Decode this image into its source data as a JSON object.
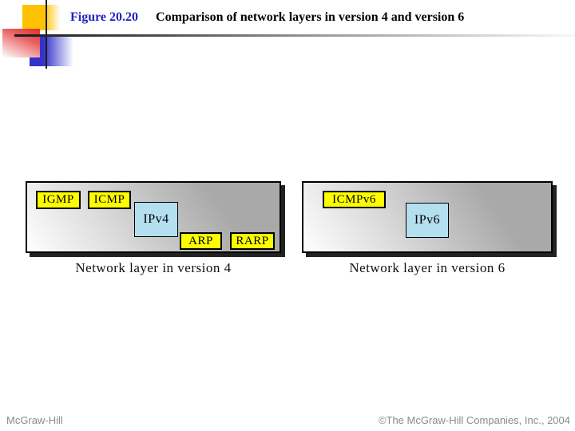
{
  "header": {
    "figure_label": "Figure 20.20",
    "title": "Comparison of network layers in version 4 and version 6"
  },
  "panels": {
    "v4": {
      "caption": "Network layer in version 4",
      "protocols": {
        "igmp": "IGMP",
        "icmp": "ICMP",
        "ip": "IPv4",
        "arp": "ARP",
        "rarp": "RARP"
      }
    },
    "v6": {
      "caption": "Network layer in version 6",
      "protocols": {
        "icmp": "ICMPv6",
        "ip": "IPv6"
      }
    }
  },
  "footer": {
    "left": "McGraw-Hill",
    "right": "©The McGraw-Hill Companies, Inc., 2004"
  },
  "colors": {
    "protocol_box_yellow": "#FDFD00",
    "ip_box_blue": "#B4DFEE",
    "panel_gray": "#A9A9A9",
    "figure_label_blue": "#2222C2",
    "footer_gray": "#8A8A8A",
    "logo_gold": "#FFC200",
    "logo_blue": "#3333CC",
    "logo_red": "#DD3030"
  }
}
